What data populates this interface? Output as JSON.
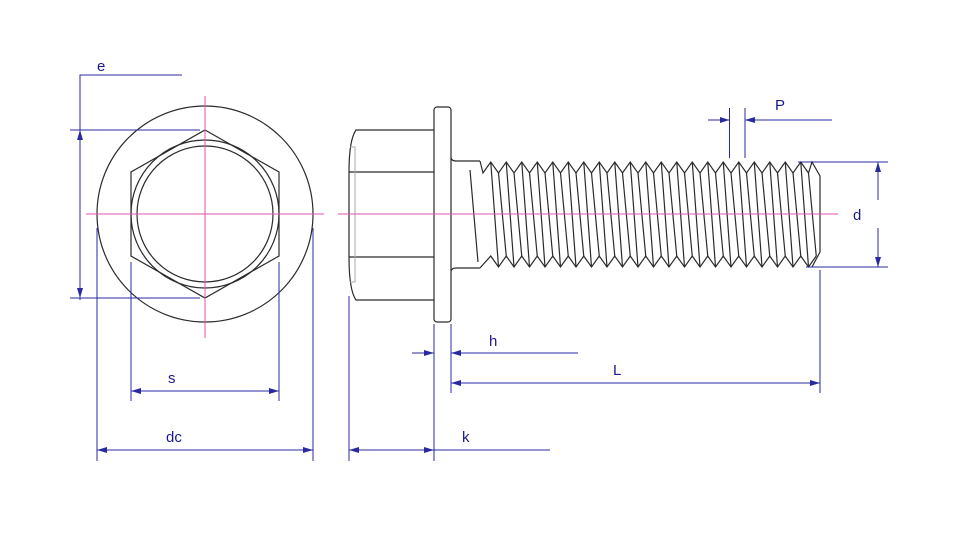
{
  "title": "Hex flange bolt dimensions",
  "labels": {
    "e": "e",
    "s": "s",
    "dc": "dc",
    "k": "k",
    "h": "h",
    "L": "L",
    "P": "P",
    "d": "d"
  },
  "colors": {
    "outline": "#2a2a2a",
    "centerline": "#e050b0",
    "dimension": "#2a2aa0"
  }
}
